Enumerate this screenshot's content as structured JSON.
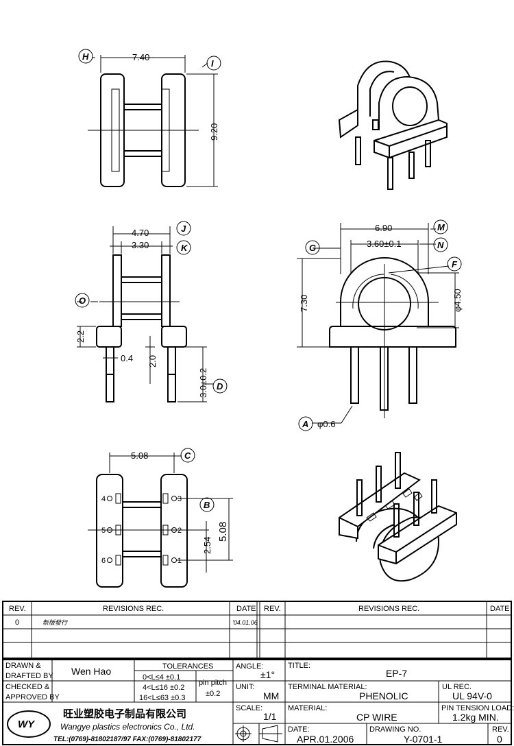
{
  "views": {
    "top_front": {
      "width": "7.40",
      "height": "9.20",
      "label_h": "H",
      "label_i": "I"
    },
    "side": {
      "w1": "4.70",
      "w2": "3.30",
      "h_base": "2.2",
      "pin_dia": "0.4",
      "pin_gap": "2.0",
      "pin_len": "3.0±0.2",
      "label_j": "J",
      "label_k": "K",
      "label_o": "O",
      "label_d": "D"
    },
    "front": {
      "width": "6.90",
      "bore": "3.60±0.1",
      "height": "7.30",
      "flange_dia": "φ4.50",
      "pin": "φ0.6",
      "label_m": "M",
      "label_n": "N",
      "label_g": "G",
      "label_f": "F",
      "label_a": "A"
    },
    "bottom": {
      "pitch_x": "5.08",
      "pitch_y": "5.08",
      "pin_pitch": "2.54",
      "label_c": "C",
      "label_b": "B",
      "pins": [
        "4",
        "3",
        "5",
        "2",
        "6",
        "1"
      ]
    }
  },
  "revisions": {
    "headers": {
      "rev": "REV.",
      "desc": "REVISIONS  REC.",
      "date": "DATE"
    },
    "rows": [
      {
        "rev": "0",
        "desc": "新版發行",
        "date": "'04.01.06"
      }
    ]
  },
  "title_block": {
    "drawn_label": "DRAWN &",
    "drafted_label": "DRAFTED BY",
    "drawn_by": "Wen Hao",
    "checked_label": "CHECKED &",
    "approved_label": "APPROVED BY",
    "tolerances_label": "TOLERANCES",
    "tol1": "0<L≤4   ±0.1",
    "tol2": "4<L≤16  ±0.2",
    "tol3": "16<L≤63  ±0.3",
    "pin_pitch_label": "pin pitch",
    "pin_pitch_tol": "±0.2",
    "angle_label": "ANGLE:",
    "angle": "±1°",
    "unit_label": "UNIT:",
    "unit": "MM",
    "scale_label": "SCALE:",
    "scale": "1/1",
    "title_label": "TITLE:",
    "title": "EP-7",
    "terminal_label": "TERMINAL MATERIAL:",
    "terminal": "PHENOLIC",
    "ul_label": "UL REC.",
    "ul": "UL 94V-0",
    "material_label": "MATERIAL:",
    "material": "CP WIRE",
    "tension_label": "PIN TENSION LOAD:",
    "tension": "1.2kg MIN.",
    "date_label": "DATE:",
    "date": "APR.01.2006",
    "drawing_label": "DRAWING NO.",
    "drawing_no": "Y-0701-1",
    "rev_label": "REV.",
    "rev": "0",
    "company_cn": "旺业塑胶电子制品有限公司",
    "company_en": "Wangye plastics electronics Co., Ltd.",
    "contact": "TEL:(0769)-81802187/97  FAX:(0769)-81802177",
    "logo_text": "WY"
  }
}
